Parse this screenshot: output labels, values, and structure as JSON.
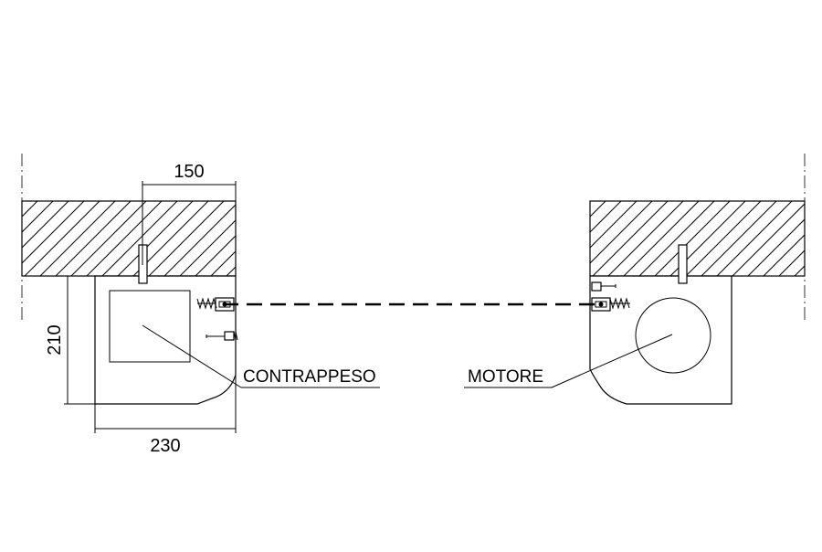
{
  "dimensions": {
    "top_width": "150",
    "height": "210",
    "bottom_width": "230"
  },
  "labels": {
    "left_unit": "CONTRAPPESO",
    "right_unit": "MOTORE"
  }
}
